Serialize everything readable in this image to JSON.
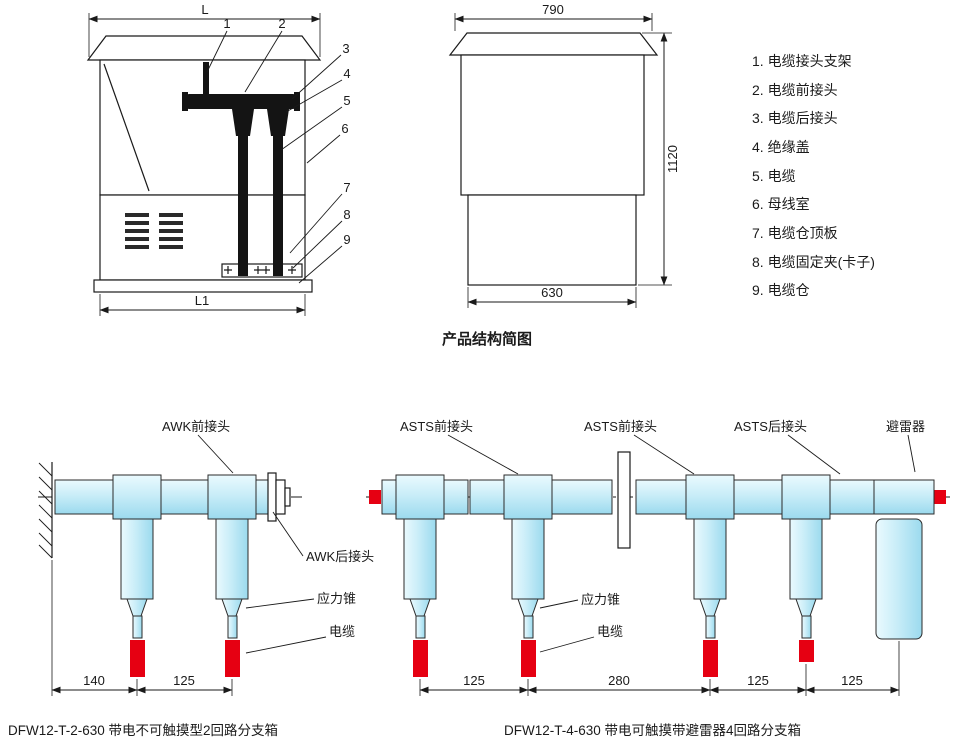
{
  "colors": {
    "line": "#1a1a1a",
    "bus_fill": "#c9edf8",
    "cable_red": "#e60012"
  },
  "structure_caption": "产品结构简图",
  "legend": {
    "items": [
      "1. 电缆接头支架",
      "2. 电缆前接头",
      "3. 电缆后接头",
      "4. 绝缘盖",
      "5. 电缆",
      "6. 母线室",
      "7. 电缆仓顶板",
      "8. 电缆固定夹(卡子)",
      "9. 电缆仓"
    ]
  },
  "front_view": {
    "dim_top": "L",
    "dim_bottom": "L1",
    "callouts": [
      "1",
      "2",
      "3",
      "4",
      "5",
      "6",
      "7",
      "8",
      "9"
    ]
  },
  "side_view": {
    "dim_top": "790",
    "dim_right": "1120",
    "dim_bottom": "630"
  },
  "diagram_left": {
    "label_front": "AWK前接头",
    "label_rear": "AWK后接头",
    "label_cone": "应力锥",
    "label_cable": "电缆",
    "dims": [
      "140",
      "125"
    ],
    "caption": "DFW12-T-2-630 带电不可触摸型2回路分支箱"
  },
  "diagram_right": {
    "labels_top": [
      "ASTS前接头",
      "ASTS前接头",
      "ASTS后接头",
      "避雷器"
    ],
    "label_cone": "应力锥",
    "label_cable": "电缆",
    "dims": [
      "125",
      "280",
      "125",
      "125"
    ],
    "caption": "DFW12-T-4-630 带电可触摸带避雷器4回路分支箱"
  }
}
